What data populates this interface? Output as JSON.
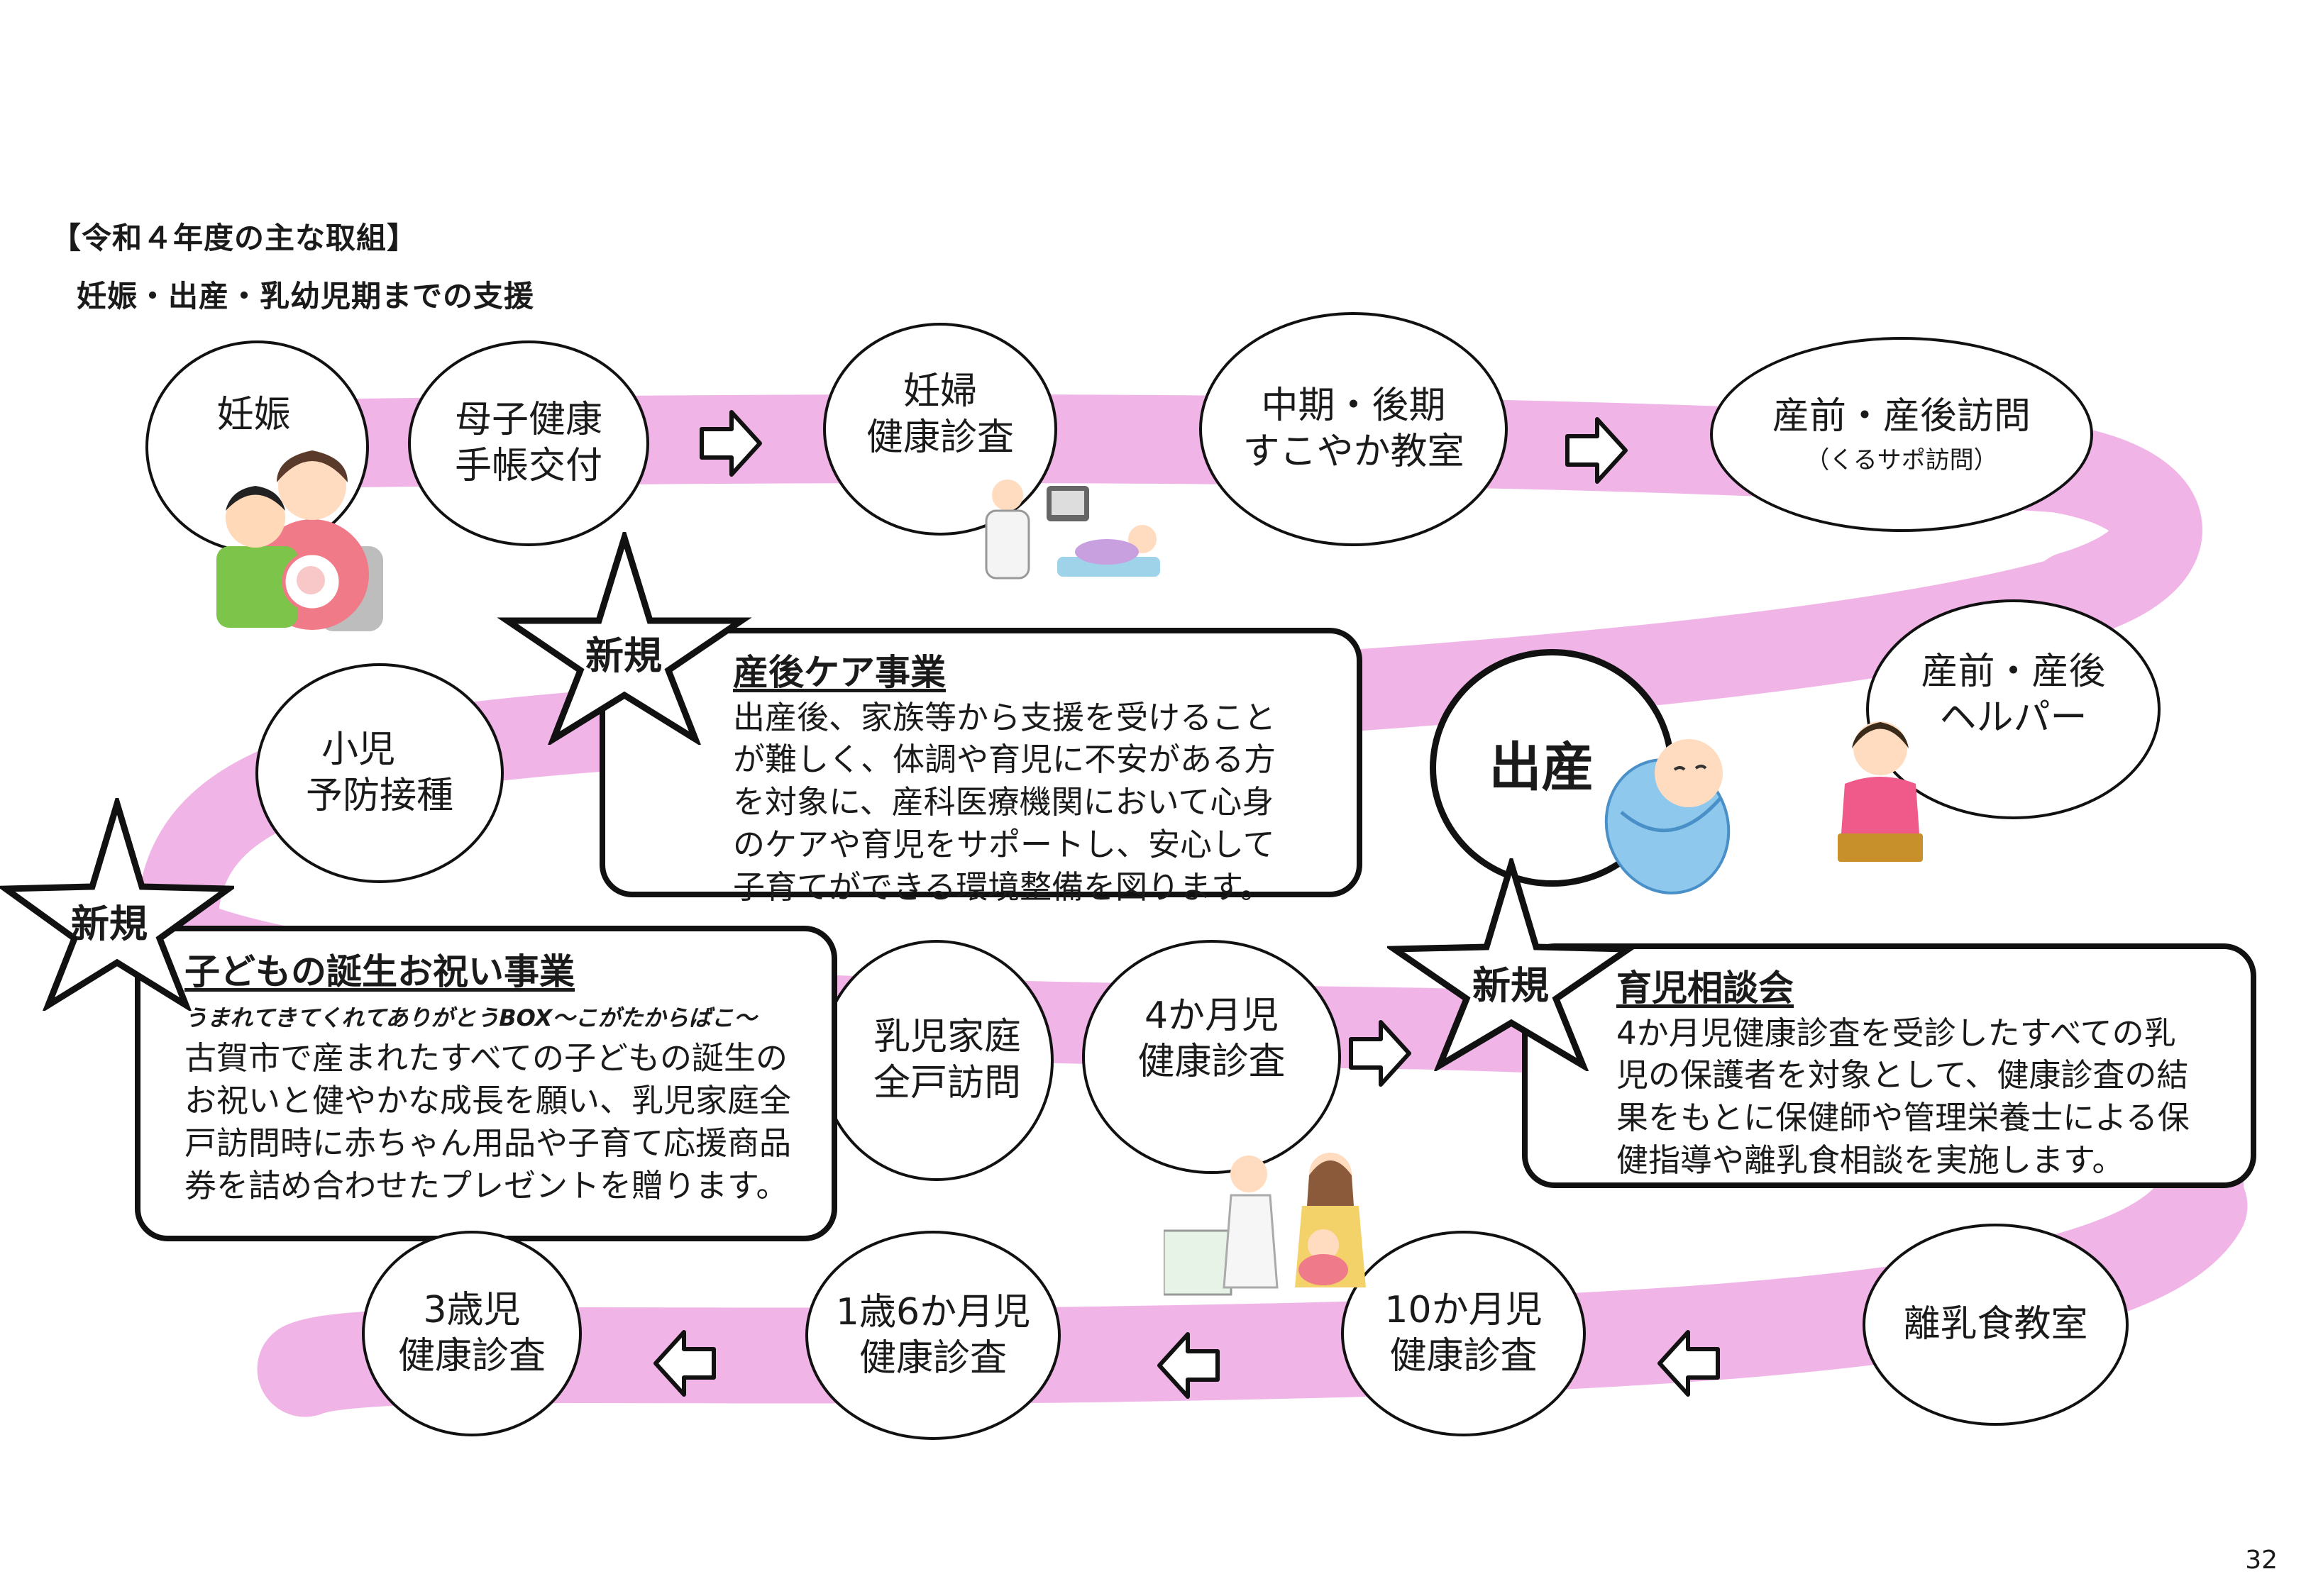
{
  "header": {
    "title": "【令和４年度の主な取組】",
    "subtitle": "妊娠・出産・乳幼児期までの支援"
  },
  "steps": {
    "pregnancy": "妊娠",
    "handbook_line1": "母子健康",
    "handbook_line2": "手帳交付",
    "checkup_line1": "妊婦",
    "checkup_line2": "健康診査",
    "class_line1": "中期・後期",
    "class_line2": "すこやか教室",
    "visit_main": "産前・産後訪問",
    "visit_sub": "（くるサポ訪問）",
    "helper_line1": "産前・産後",
    "helper_line2": "ヘルパー",
    "birth": "出産",
    "vaccination_line1": "小児",
    "vaccination_line2": "予防接種",
    "home_visit_line1": "乳児家庭",
    "home_visit_line2": "全戸訪問",
    "m4_line1": "4か月児",
    "m4_line2": "健康診査",
    "weaning": "離乳食教室",
    "m10_line1": "10か月児",
    "m10_line2": "健康診査",
    "y1m6_line1": "1歳6か月児",
    "y1m6_line2": "健康診査",
    "y3_line1": "3歳児",
    "y3_line2": "健康診査"
  },
  "new_badge": "新規",
  "postpartum_care": {
    "title": "産後ケア事業",
    "lines": [
      "出産後、家族等から支援を受けること",
      "が難しく、体調や育児に不安がある方",
      "を対象に、産科医療機関において心身",
      "のケアや育児をサポートし、安心して",
      "子育てができる環境整備を図ります。"
    ]
  },
  "birth_celebration": {
    "title": "子どもの誕生お祝い事業",
    "subtitle": "うまれてきてくれてありがとうBOX～こがたからばこ～",
    "lines": [
      "古賀市で産まれたすべての子どもの誕生の",
      "お祝いと健やかな成長を願い、乳児家庭全",
      "戸訪問時に赤ちゃん用品や子育て応援商品",
      "券を詰め合わせたプレゼントを贈ります。"
    ]
  },
  "consultation": {
    "title": "育児相談会",
    "lines": [
      "4か月児健康診査を受診したすべての乳",
      "児の保護者を対象として、健康診査の結",
      "果をもとに保健師や管理栄養士による保",
      "健指導や離乳食相談を実施します。"
    ]
  },
  "page_number": "32",
  "colors": {
    "path": "#f0b4e6",
    "stroke": "#111111",
    "accent_blue": "#8ec8ec"
  }
}
